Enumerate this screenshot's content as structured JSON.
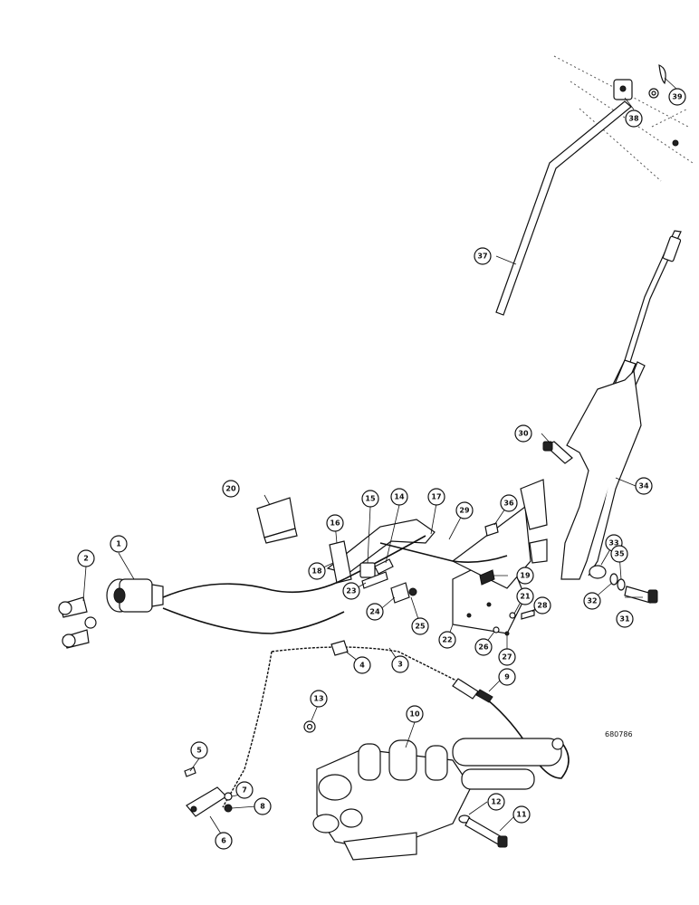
{
  "drawing_code": "680786",
  "callouts": [
    {
      "label": "1"
    },
    {
      "label": "2"
    },
    {
      "label": "3"
    },
    {
      "label": "4"
    },
    {
      "label": "5"
    },
    {
      "label": "6"
    },
    {
      "label": "7"
    },
    {
      "label": "8"
    },
    {
      "label": "9"
    },
    {
      "label": "10"
    },
    {
      "label": "11"
    },
    {
      "label": "12"
    },
    {
      "label": "13"
    },
    {
      "label": "14"
    },
    {
      "label": "15"
    },
    {
      "label": "16"
    },
    {
      "label": "17"
    },
    {
      "label": "18"
    },
    {
      "label": "19"
    },
    {
      "label": "20"
    },
    {
      "label": "21"
    },
    {
      "label": "22"
    },
    {
      "label": "23"
    },
    {
      "label": "24"
    },
    {
      "label": "25"
    },
    {
      "label": "26"
    },
    {
      "label": "27"
    },
    {
      "label": "28"
    },
    {
      "label": "29"
    },
    {
      "label": "30"
    },
    {
      "label": "31"
    },
    {
      "label": "32"
    },
    {
      "label": "33"
    },
    {
      "label": "34"
    },
    {
      "label": "35"
    },
    {
      "label": "36"
    },
    {
      "label": "37"
    },
    {
      "label": "38"
    },
    {
      "label": "39"
    }
  ]
}
